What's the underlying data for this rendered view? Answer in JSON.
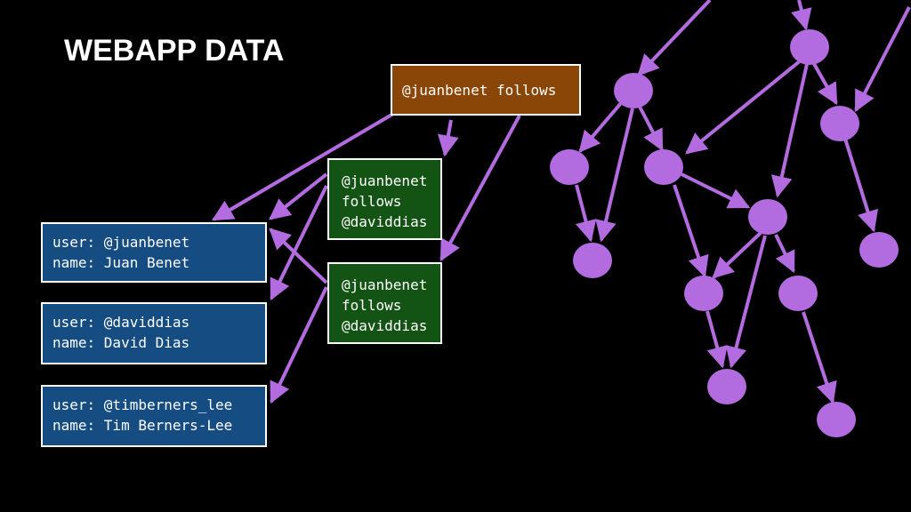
{
  "title": "WEBAPP DATA",
  "root_entry": "@juanbenet follows",
  "follow_entries": [
    [
      "@juanbenet",
      "follows",
      "@daviddias"
    ],
    [
      "@juanbenet",
      "follows",
      "@daviddias"
    ]
  ],
  "user_entries": [
    [
      "user: @juanbenet",
      "name: Juan Benet"
    ],
    [
      "user: @daviddias",
      "name: David Dias"
    ],
    [
      "user: @timberners_lee",
      "name: Tim Berners-Lee"
    ]
  ],
  "colors": {
    "background": "#000000",
    "edge": "#b36be0",
    "node": "#b36be0",
    "user_box": "#154c82",
    "follow_box": "#135415",
    "root_box": "#8a4607",
    "box_border": "#ffffff",
    "text": "#ffffff"
  }
}
